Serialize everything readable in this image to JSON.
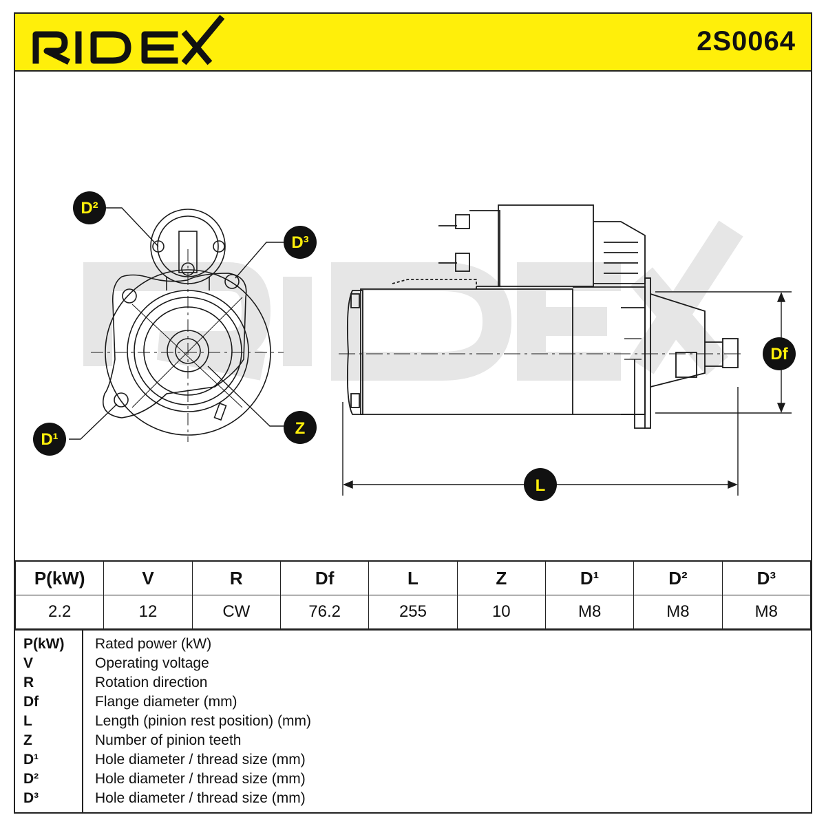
{
  "brand": "RIDEX",
  "part_number": "2S0064",
  "callouts": {
    "d1": "D¹",
    "d2": "D²",
    "d3": "D³",
    "z": "Z",
    "df": "Df",
    "l": "L"
  },
  "colors": {
    "accent": "#ffef0a",
    "line": "#1a1a1a",
    "watermark": "#e6e6e6"
  },
  "specs": {
    "headers": [
      "P(kW)",
      "V",
      "R",
      "Df",
      "L",
      "Z",
      "D¹",
      "D²",
      "D³"
    ],
    "values": [
      "2.2",
      "12",
      "CW",
      "76.2",
      "255",
      "10",
      "M8",
      "M8",
      "M8"
    ]
  },
  "legend": [
    {
      "key": "P(kW)",
      "desc": "Rated power (kW)"
    },
    {
      "key": "V",
      "desc": "Operating voltage"
    },
    {
      "key": "R",
      "desc": "Rotation direction"
    },
    {
      "key": "Df",
      "desc": "Flange diameter (mm)"
    },
    {
      "key": "L",
      "desc": "Length (pinion rest position) (mm)"
    },
    {
      "key": "Z",
      "desc": "Number of pinion teeth"
    },
    {
      "key": "D¹",
      "desc": "Hole diameter / thread size (mm)"
    },
    {
      "key": "D²",
      "desc": "Hole diameter / thread size (mm)"
    },
    {
      "key": "D³",
      "desc": "Hole diameter / thread size (mm)"
    }
  ]
}
